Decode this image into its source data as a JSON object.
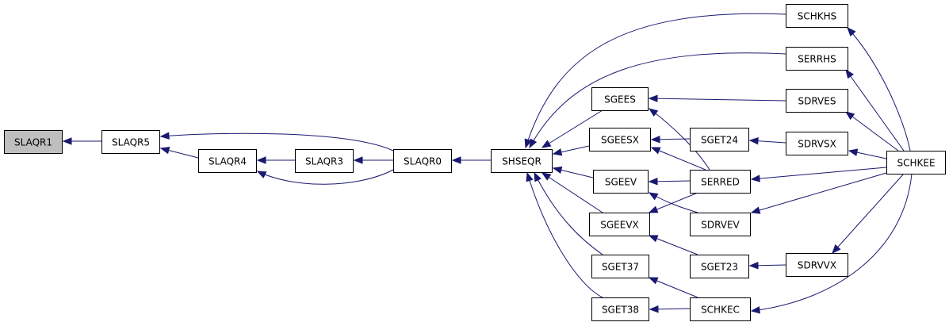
{
  "colors": {
    "edge": "#191970",
    "node_border": "#000000",
    "node_fill": "#ffffff",
    "root_fill": "#bfbfbf",
    "background": "#ffffff"
  },
  "nodes": [
    {
      "id": "SLAQR1",
      "label": "SLAQR1"
    },
    {
      "id": "SLAQR5",
      "label": "SLAQR5"
    },
    {
      "id": "SLAQR4",
      "label": "SLAQR4"
    },
    {
      "id": "SLAQR3",
      "label": "SLAQR3"
    },
    {
      "id": "SLAQR0",
      "label": "SLAQR0"
    },
    {
      "id": "SHSEQR",
      "label": "SHSEQR"
    },
    {
      "id": "SGEES",
      "label": "SGEES"
    },
    {
      "id": "SGEESX",
      "label": "SGEESX"
    },
    {
      "id": "SGEEV",
      "label": "SGEEV"
    },
    {
      "id": "SGEEVX",
      "label": "SGEEVX"
    },
    {
      "id": "SGET37",
      "label": "SGET37"
    },
    {
      "id": "SGET38",
      "label": "SGET38"
    },
    {
      "id": "SGET24",
      "label": "SGET24"
    },
    {
      "id": "SERRED",
      "label": "SERRED"
    },
    {
      "id": "SDRVEV",
      "label": "SDRVEV"
    },
    {
      "id": "SGET23",
      "label": "SGET23"
    },
    {
      "id": "SCHKEC",
      "label": "SCHKEC"
    },
    {
      "id": "SCHKHS",
      "label": "SCHKHS"
    },
    {
      "id": "SERRHS",
      "label": "SERRHS"
    },
    {
      "id": "SDRVES",
      "label": "SDRVES"
    },
    {
      "id": "SDRVSX",
      "label": "SDRVSX"
    },
    {
      "id": "SDRVVX",
      "label": "SDRVVX"
    },
    {
      "id": "SCHKEE",
      "label": "SCHKEE"
    }
  ],
  "edges": [
    {
      "from": "SLAQR5",
      "to": "SLAQR1"
    },
    {
      "from": "SLAQR4",
      "to": "SLAQR5"
    },
    {
      "from": "SLAQR0",
      "to": "SLAQR5"
    },
    {
      "from": "SLAQR3",
      "to": "SLAQR4"
    },
    {
      "from": "SLAQR0",
      "to": "SLAQR4"
    },
    {
      "from": "SLAQR0",
      "to": "SLAQR3"
    },
    {
      "from": "SHSEQR",
      "to": "SLAQR0"
    },
    {
      "from": "SCHKHS",
      "to": "SHSEQR"
    },
    {
      "from": "SERRHS",
      "to": "SHSEQR"
    },
    {
      "from": "SGEES",
      "to": "SHSEQR"
    },
    {
      "from": "SGEESX",
      "to": "SHSEQR"
    },
    {
      "from": "SGEEV",
      "to": "SHSEQR"
    },
    {
      "from": "SGEEVX",
      "to": "SHSEQR"
    },
    {
      "from": "SGET37",
      "to": "SHSEQR"
    },
    {
      "from": "SGET38",
      "to": "SHSEQR"
    },
    {
      "from": "SDRVES",
      "to": "SGEES"
    },
    {
      "from": "SERRED",
      "to": "SGEES"
    },
    {
      "from": "SGET24",
      "to": "SGEESX"
    },
    {
      "from": "SERRED",
      "to": "SGEESX"
    },
    {
      "from": "SERRED",
      "to": "SGEEV"
    },
    {
      "from": "SDRVEV",
      "to": "SGEEV"
    },
    {
      "from": "SERRED",
      "to": "SGEEVX"
    },
    {
      "from": "SGET23",
      "to": "SGEEVX"
    },
    {
      "from": "SCHKEC",
      "to": "SGET37"
    },
    {
      "from": "SCHKEC",
      "to": "SGET38"
    },
    {
      "from": "SDRVSX",
      "to": "SGET24"
    },
    {
      "from": "SDRVVX",
      "to": "SGET23"
    },
    {
      "from": "SCHKEE",
      "to": "SCHKHS"
    },
    {
      "from": "SCHKEE",
      "to": "SERRHS"
    },
    {
      "from": "SCHKEE",
      "to": "SDRVES"
    },
    {
      "from": "SCHKEE",
      "to": "SDRVSX"
    },
    {
      "from": "SCHKEE",
      "to": "SERRED"
    },
    {
      "from": "SCHKEE",
      "to": "SDRVEV"
    },
    {
      "from": "SCHKEE",
      "to": "SDRVVX"
    },
    {
      "from": "SCHKEE",
      "to": "SCHKEC"
    }
  ]
}
